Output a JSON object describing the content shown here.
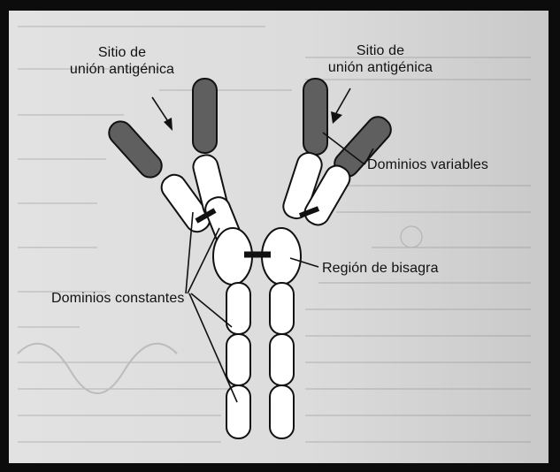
{
  "labels": {
    "antigen_site_left_line1": "Sitio de",
    "antigen_site_left_line2": "unión antigénica",
    "antigen_site_right_line1": "Sitio de",
    "antigen_site_right_line2": "unión antigénica",
    "variable_domains": "Dominios variables",
    "hinge_region": "Región de bisagra",
    "constant_domains": "Dominios constantes"
  },
  "colors": {
    "frame": "#0c0c0c",
    "paper": "#dcdcdc",
    "variable_domain_fill": "#5f5f5f",
    "constant_domain_fill": "#ffffff",
    "outline": "#111111"
  }
}
